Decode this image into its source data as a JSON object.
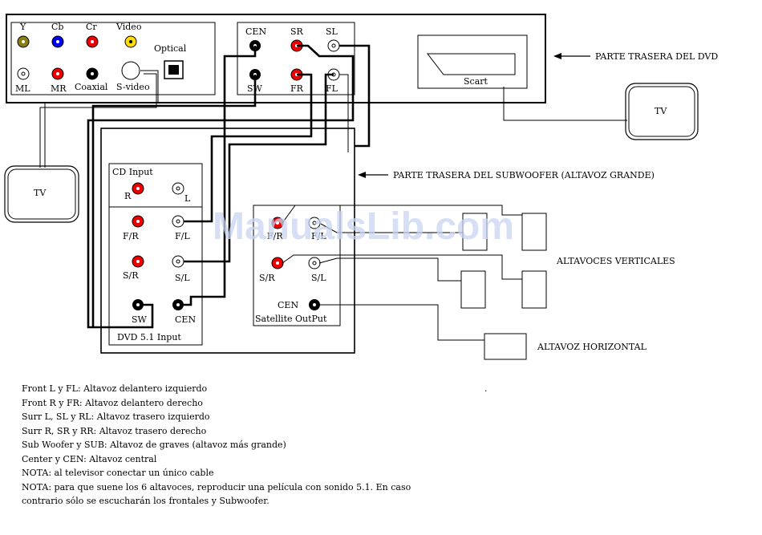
{
  "dvd_panel": {
    "label": "PARTE TRASERA DEL DVD",
    "video_group": {
      "y": "Y",
      "cb": "Cb",
      "cr": "Cr",
      "video": "Video",
      "optical": "Optical",
      "ml": "ML",
      "mr": "MR",
      "coaxial": "Coaxial",
      "svideo": "S-video"
    },
    "audio_group": {
      "cen": "CEN",
      "sr": "SR",
      "sl": "SL",
      "sw": "SW",
      "fr": "FR",
      "fl": "FL"
    },
    "scart": "Scart"
  },
  "tv_right": "TV",
  "tv_left": "TV",
  "subwoofer_panel": {
    "label": "PARTE TRASERA DEL SUBWOOFER (ALTAVOZ GRANDE)",
    "cd_input": "CD Input",
    "cd_r": "R",
    "cd_l": "L",
    "fr": "F/R",
    "fl": "F/L",
    "sr": "S/R",
    "sl": "S/L",
    "sw": "SW",
    "cen": "CEN",
    "dvd_input": "DVD 5.1 Input",
    "sat_fr": "F/R",
    "sat_fl": "F/L",
    "sat_sr": "S/R",
    "sat_sl": "S/L",
    "sat_cen": "CEN",
    "satellite_output": "Satellite OutPut"
  },
  "labels": {
    "vertical_speakers": "ALTAVOCES VERTICALES",
    "horizontal_speaker": "ALTAVOZ HORIZONTAL"
  },
  "watermark": "ManualsLib.com",
  "stray_mark": ".",
  "notes": [
    "Front L y FL: Altavoz delantero izquierdo",
    "Front R y FR: Altavoz delantero derecho",
    "Surr L, SL y RL: Altavoz trasero izquierdo",
    "Surr R, SR y RR: Altavoz trasero derecho",
    "Sub Woofer y SUB: Altavoz de graves (altavoz más grande)",
    "Center y CEN: Altavoz central",
    "NOTA: al televisor conectar un único cable",
    "NOTA: para que suene los 6 altavoces, reproducir una película con sonido 5.1. En caso",
    "contrario sólo se escucharán los frontales y Subwoofer."
  ],
  "colors": {
    "yellow": "#8b7d10",
    "blue": "#0000ee",
    "red": "#ee0000",
    "yellow_video": "#ffdd00",
    "black": "#000000"
  }
}
